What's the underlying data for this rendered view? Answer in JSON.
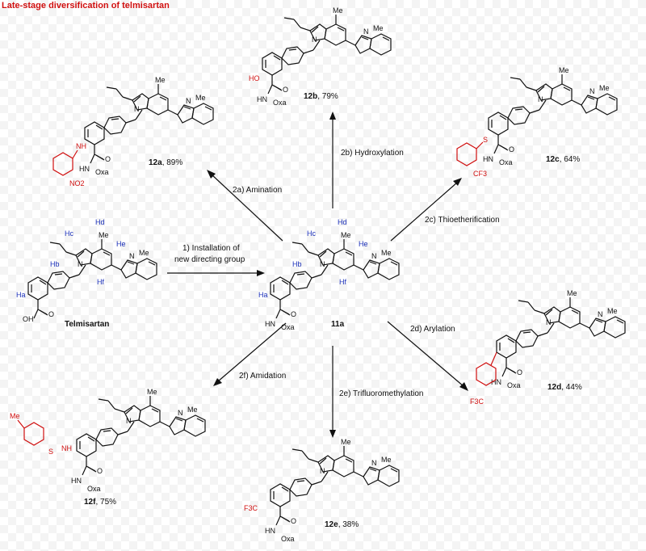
{
  "title": "Late-stage diversification of telmisartan",
  "colors": {
    "highlight_red": "#d01010",
    "site_blue": "#1a2fb8",
    "bond": "#111111"
  },
  "atoms": {
    "me": "Me",
    "n": "N",
    "o": "O",
    "oxa": "Oxa",
    "hn": "HN",
    "nh": "NH",
    "ho": "HO",
    "oh": "OH",
    "s": "S",
    "no2": "NO2",
    "cf3": "CF3",
    "f3c": "F3C",
    "ha": "Ha",
    "hb": "Hb",
    "hc": "Hc",
    "hd": "Hd",
    "he": "He",
    "hf": "Hf"
  },
  "compounds": {
    "telmisartan": {
      "name": "Telmisartan"
    },
    "c11a": {
      "name": "11a"
    },
    "c12a": {
      "name": "12a",
      "yield": "89%"
    },
    "c12b": {
      "name": "12b",
      "yield": "79%"
    },
    "c12c": {
      "name": "12c",
      "yield": "64%"
    },
    "c12d": {
      "name": "12d",
      "yield": "44%"
    },
    "c12e": {
      "name": "12e",
      "yield": "38%"
    },
    "c12f": {
      "name": "12f",
      "yield": "75%"
    }
  },
  "reactions": {
    "r1_line1": "1) Installation of",
    "r1_line2": "new directing group",
    "r2a": "2a) Amination",
    "r2b": "2b) Hydroxylation",
    "r2c": "2c) Thioetherification",
    "r2d": "2d) Arylation",
    "r2e": "2e) Trifluoromethylation",
    "r2f": "2f) Amidation"
  }
}
